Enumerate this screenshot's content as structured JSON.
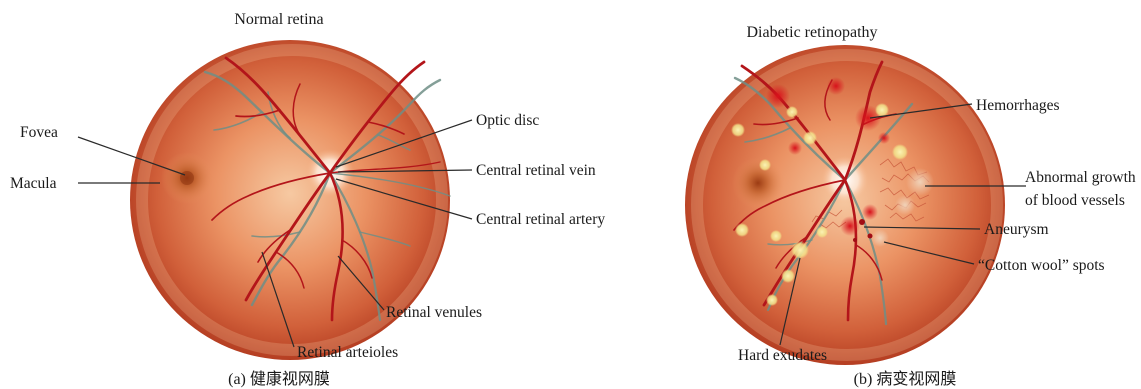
{
  "panel_a": {
    "title": "Normal retina",
    "caption": "(a) 健康视网膜",
    "labels": {
      "fovea": "Fovea",
      "macula": "Macula",
      "optic_disc": "Optic disc",
      "central_vein": "Central retinal vein",
      "central_artery": "Central retinal artery",
      "venules": "Retinal venules",
      "arterioles": "Retinal arteioles"
    }
  },
  "panel_b": {
    "title": "Diabetic retinopathy",
    "caption": "(b) 病变视网膜",
    "labels": {
      "hemorrhages": "Hemorrhages",
      "abnormal_line1": "Abnormal growth",
      "abnormal_line2": "of blood vessels",
      "aneurysm": "Aneurysm",
      "cotton_wool": "“Cotton wool” spots",
      "hard_exudates": "Hard exudates"
    }
  },
  "colors": {
    "retina_center": "#f3a878",
    "retina_edge": "#c6492a",
    "artery": "#b3151a",
    "vein": "#6f8e86",
    "exudate": "#f2e79a"
  }
}
